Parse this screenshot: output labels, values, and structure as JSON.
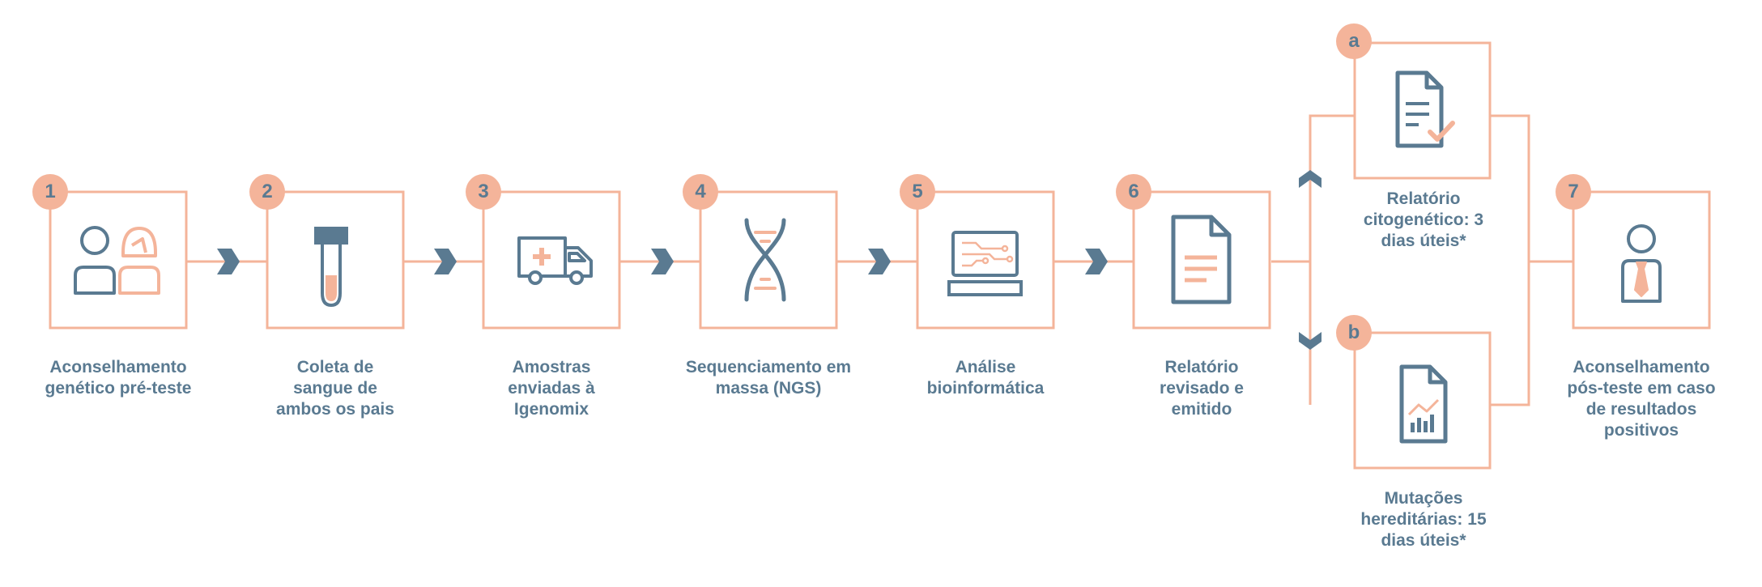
{
  "colors": {
    "box": "#f4b49a",
    "icon": "#5a7a91",
    "accent": "#f4b49a",
    "text": "#5a7a91"
  },
  "steps": [
    {
      "num": "1",
      "label": "Aconselhamento genético pré-teste",
      "icon": "people-icon"
    },
    {
      "num": "2",
      "label": "Coleta de sangue de ambos os pais",
      "icon": "test-tube-icon"
    },
    {
      "num": "3",
      "label": "Amostras enviadas à Igenomix",
      "icon": "ambulance-icon"
    },
    {
      "num": "4",
      "label": "Sequenciamento em massa (NGS)",
      "icon": "dna-icon"
    },
    {
      "num": "5",
      "label": "Análise bioinformática",
      "icon": "computer-icon"
    },
    {
      "num": "6",
      "label": "Relatório revisado e emitido",
      "icon": "document-icon"
    },
    {
      "num": "7",
      "label": "Aconselhamento pós-teste em caso de resultados positivos",
      "icon": "consultant-icon"
    }
  ],
  "branches": [
    {
      "letter": "a",
      "label": "Relatório citogenético: 3 dias úteis*",
      "icon": "document-check-icon"
    },
    {
      "letter": "b",
      "label": "Mutações hereditárias: 15 dias úteis*",
      "icon": "document-chart-icon"
    }
  ]
}
